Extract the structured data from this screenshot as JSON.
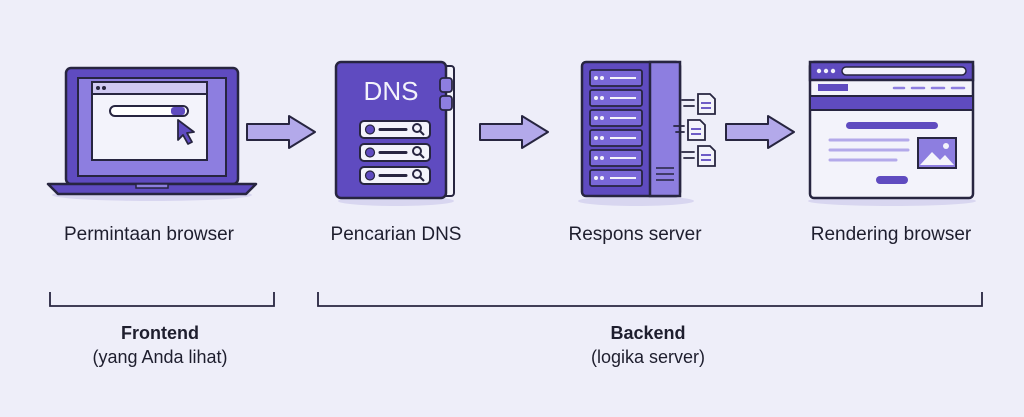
{
  "steps": [
    {
      "label": "Permintaan browser",
      "icon": "laptop-browser-icon"
    },
    {
      "label": "Pencarian DNS",
      "icon": "dns-book-icon"
    },
    {
      "label": "Respons server",
      "icon": "server-rack-icon"
    },
    {
      "label": "Rendering browser",
      "icon": "webpage-window-icon"
    }
  ],
  "dns_icon_text": "DNS",
  "groups": [
    {
      "title": "Frontend",
      "subtitle": "(yang Anda lihat)"
    },
    {
      "title": "Backend",
      "subtitle": "(logika server)"
    }
  ],
  "colors": {
    "accent": "#5f4bc0",
    "accent_light": "#8d7ee0",
    "outline": "#272540",
    "panel": "#f3f3fb",
    "background": "#eeeef9"
  }
}
